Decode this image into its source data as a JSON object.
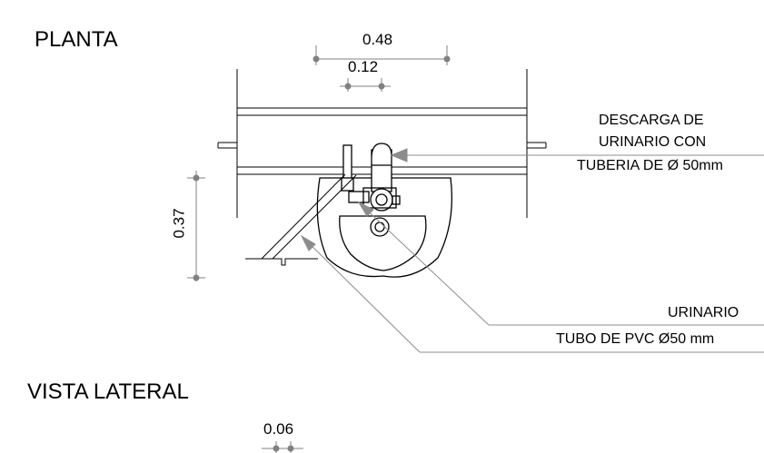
{
  "titles": {
    "planta": "PLANTA",
    "vista_lateral": "VISTA LATERAL"
  },
  "dimensions": {
    "width_total": "0.48",
    "width_small": "0.12",
    "height": "0.37",
    "side_width": "0.06"
  },
  "annotations": {
    "descarga_line1": "DESCARGA DE",
    "descarga_line2": "URINARIO CON",
    "descarga_line3": "TUBERIA DE Ø 50mm",
    "urinario": "URINARIO",
    "tubo": "TUBO DE PVC Ø50 mm"
  },
  "colors": {
    "linework": "#000000",
    "dimension": "#808080",
    "leader": "#8c8c8c"
  }
}
